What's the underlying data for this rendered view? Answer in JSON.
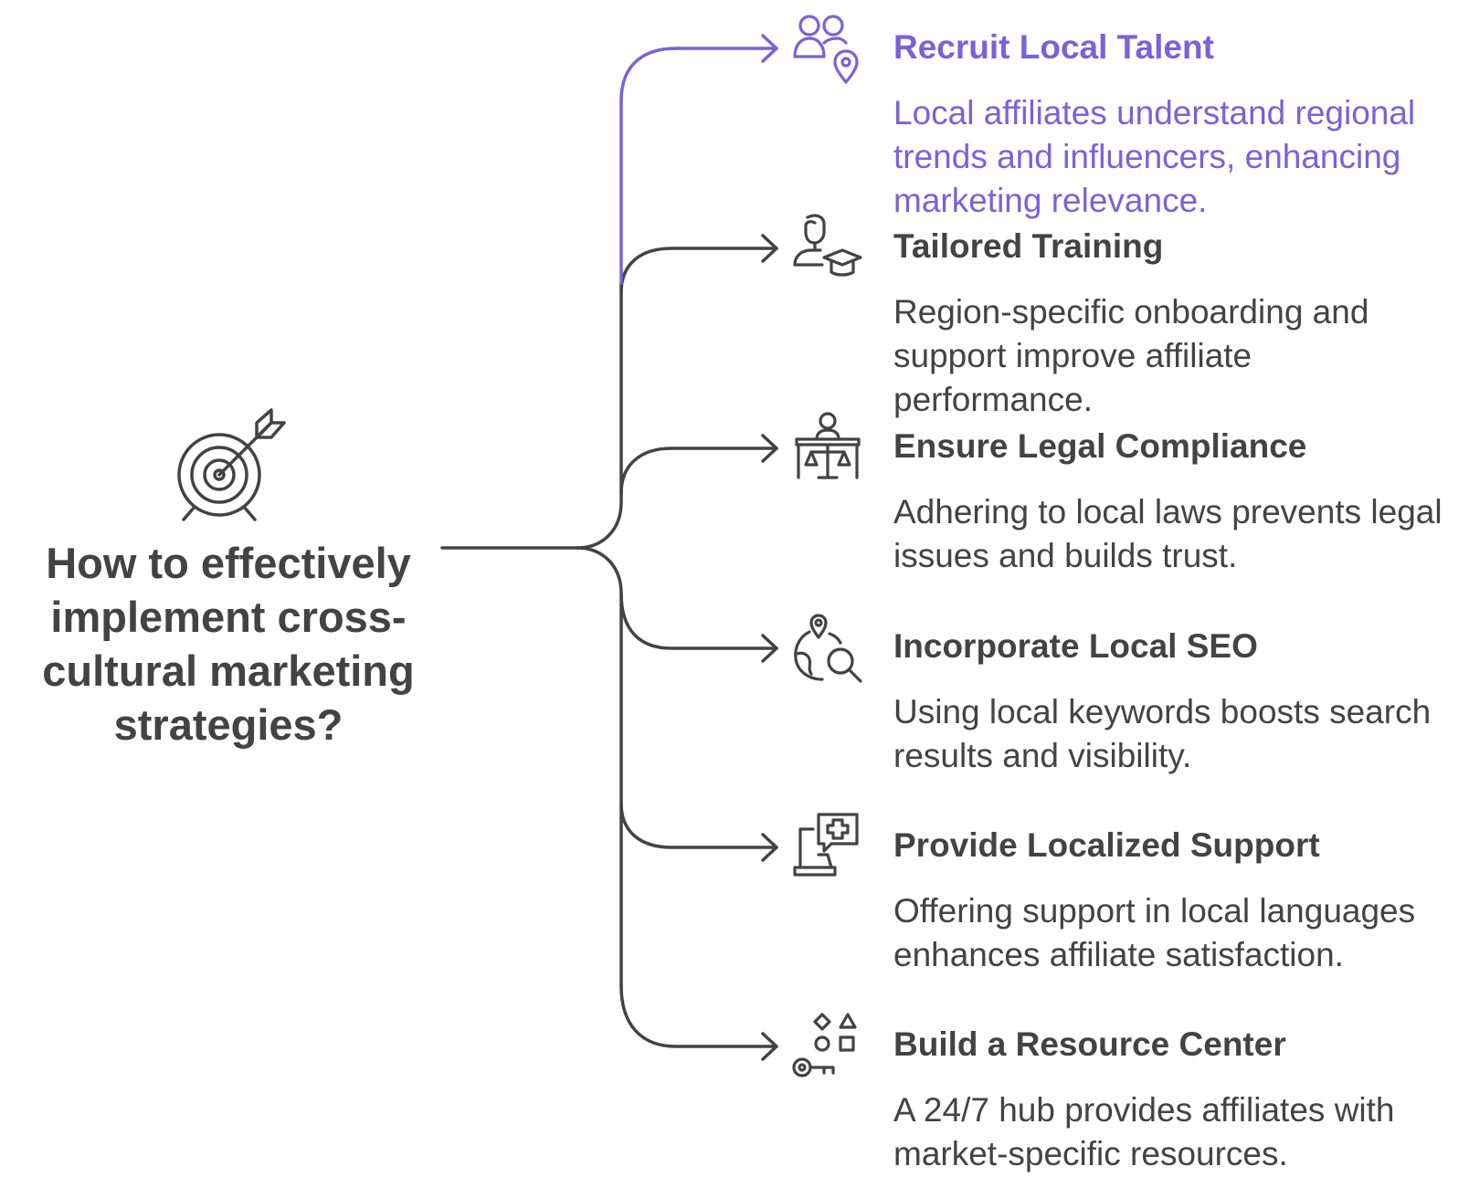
{
  "central": {
    "question": "How to effectively implement cross-cultural marketing strategies?",
    "icon": "target-arrow-icon"
  },
  "colors": {
    "accent": "#7b61d9",
    "text": "#434343",
    "line": "#434343"
  },
  "branches": [
    {
      "title": "Recruit Local Talent",
      "description": "Local affiliates understand regional trends and influencers, enhancing marketing relevance.",
      "icon": "people-location-icon",
      "highlighted": true
    },
    {
      "title": "Tailored Training",
      "description": "Region-specific onboarding and support improve affiliate performance.",
      "icon": "person-graduation-cap-icon",
      "highlighted": false
    },
    {
      "title": "Ensure Legal Compliance",
      "description": "Adhering to local laws prevents legal issues and builds trust.",
      "icon": "person-scales-icon",
      "highlighted": false
    },
    {
      "title": "Incorporate Local SEO",
      "description": "Using local keywords boosts search results and visibility.",
      "icon": "globe-search-icon",
      "highlighted": false
    },
    {
      "title": "Provide Localized Support",
      "description": "Offering support in local languages enhances affiliate satisfaction.",
      "icon": "laptop-medical-icon",
      "highlighted": false
    },
    {
      "title": "Build a Resource Center",
      "description": "A 24/7 hub provides affiliates with market-specific resources.",
      "icon": "key-shapes-icon",
      "highlighted": false
    }
  ]
}
